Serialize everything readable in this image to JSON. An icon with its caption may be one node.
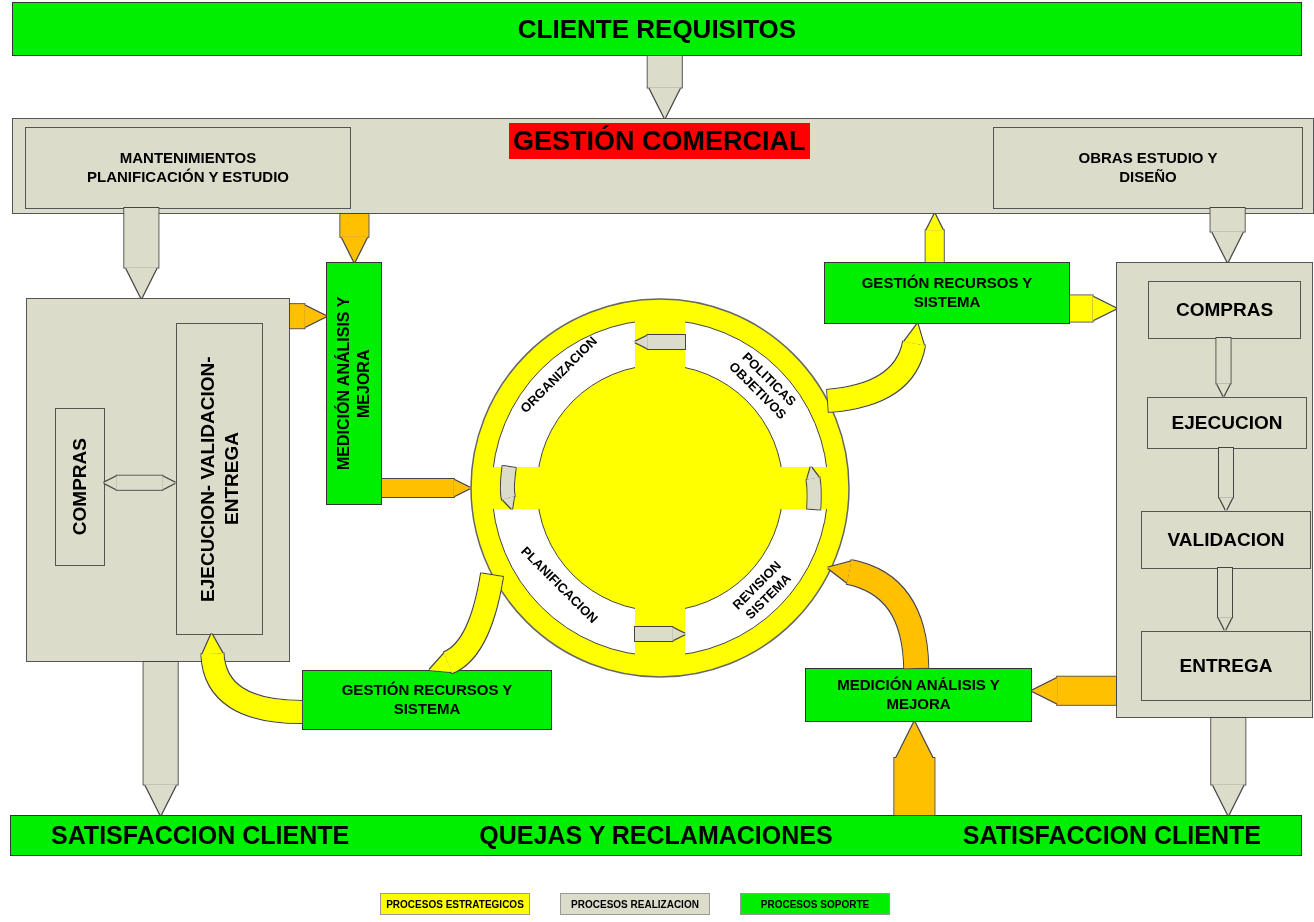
{
  "diagram": {
    "nodes": [
      {
        "text": [
          "CLIENTE REQUISITOS"
        ]
      },
      {
        "text": [
          "GESTIÓN COMERCIAL"
        ]
      },
      {
        "text": [
          "MANTENIMIENTOS PLANIFICACIÓN Y ESTUDIO"
        ],
        "in": 1
      },
      {
        "text": [
          "OBRAS ESTUDIO Y DISEÑO"
        ],
        "in": 1
      },
      {
        "text": [],
        "shape": "box"
      },
      {
        "text": [
          "COMPRAS"
        ],
        "in": 4
      },
      {
        "text": [
          "EJECUCION- VALIDACION-ENTREGA"
        ],
        "in": 4
      },
      {
        "text": [
          "MEDICIÓN ANÁLISIS Y MEJORA"
        ]
      },
      {
        "text": [],
        "shape": "circle"
      },
      {
        "text": [
          "ORGANIZACION"
        ],
        "in": 8
      },
      {
        "text": [
          "POLITICAS OBJETIVOS"
        ],
        "in": 8
      },
      {
        "text": [
          "PLANIFICACION"
        ],
        "in": 8
      },
      {
        "text": [
          "REVISION SISTEMA"
        ],
        "in": 8
      },
      {
        "text": [
          "GESTIÓN RECURSOS Y SISTEMA"
        ]
      },
      {
        "text": [],
        "shape": "box"
      },
      {
        "text": [
          "COMPRAS"
        ],
        "in": 14
      },
      {
        "text": [
          "EJECUCION"
        ],
        "in": 14
      },
      {
        "text": [
          "VALIDACION"
        ],
        "in": 14
      },
      {
        "text": [
          "ENTREGA"
        ],
        "in": 14
      },
      {
        "text": [
          "GESTIÓN RECURSOS Y SISTEMA"
        ]
      },
      {
        "text": [
          "MEDICIÓN ANÁLISIS Y MEJORA"
        ]
      },
      {
        "text": [
          "SATISFACCION CLIENTE",
          "QUEJAS Y RECLAMACIONES",
          "SATISFACCION CLIENTE"
        ]
      }
    ],
    "edges": [
      {
        "from": 0,
        "to": 1,
        "arrow": "to"
      },
      {
        "from": 2,
        "to": 4,
        "arrow": "to"
      },
      {
        "from": 1,
        "to": 7,
        "arrow": "to",
        "color": "#ffc000"
      },
      {
        "from": 4,
        "to": 7,
        "arrow": "to",
        "color": "#ffc000"
      },
      {
        "from": 7,
        "to": 8,
        "arrow": "to",
        "color": "#ffc000"
      },
      {
        "from": 10,
        "to": 9,
        "arrow": "to"
      },
      {
        "from": 9,
        "to": 11,
        "arrow": "to"
      },
      {
        "from": 11,
        "to": 12,
        "arrow": "to"
      },
      {
        "from": 12,
        "to": 10,
        "arrow": "to"
      },
      {
        "from": 10,
        "to": 13,
        "arrow": "to",
        "color": "#ffff00"
      },
      {
        "from": 13,
        "to": 1,
        "arrow": "to",
        "color": "#ffff00"
      },
      {
        "from": 13,
        "to": 14,
        "arrow": "to",
        "color": "#ffff00"
      },
      {
        "from": 3,
        "to": 14,
        "arrow": "to"
      },
      {
        "from": 15,
        "to": 16,
        "arrow": "to"
      },
      {
        "from": 16,
        "to": 17,
        "arrow": "to"
      },
      {
        "from": 17,
        "to": 18,
        "arrow": "to"
      },
      {
        "from": 5,
        "to": 6,
        "arrow": "both"
      },
      {
        "from": 4,
        "to": 21,
        "arrow": "to"
      },
      {
        "from": 14,
        "to": 21,
        "arrow": "to"
      },
      {
        "from": 14,
        "to": 20,
        "arrow": "to",
        "color": "#ffc000"
      },
      {
        "from": 21,
        "to": 20,
        "arrow": "to",
        "color": "#ffc000",
        "style": "thick"
      },
      {
        "from": 20,
        "to": 12,
        "arrow": "to",
        "color": "#ffc000"
      },
      {
        "from": 11,
        "to": 19,
        "arrow": "to",
        "color": "#ffff00"
      },
      {
        "from": 19,
        "to": 6,
        "arrow": "to",
        "color": "#ffff00"
      }
    ],
    "legend": [
      {
        "text": "PROCESOS ESTRATEGICOS",
        "color": "#ffff00"
      },
      {
        "text": "PROCESOS REALIZACION",
        "color": "#dcdccb"
      },
      {
        "text": "PROCESOS SOPORTE",
        "color": "#00ee00"
      }
    ]
  }
}
